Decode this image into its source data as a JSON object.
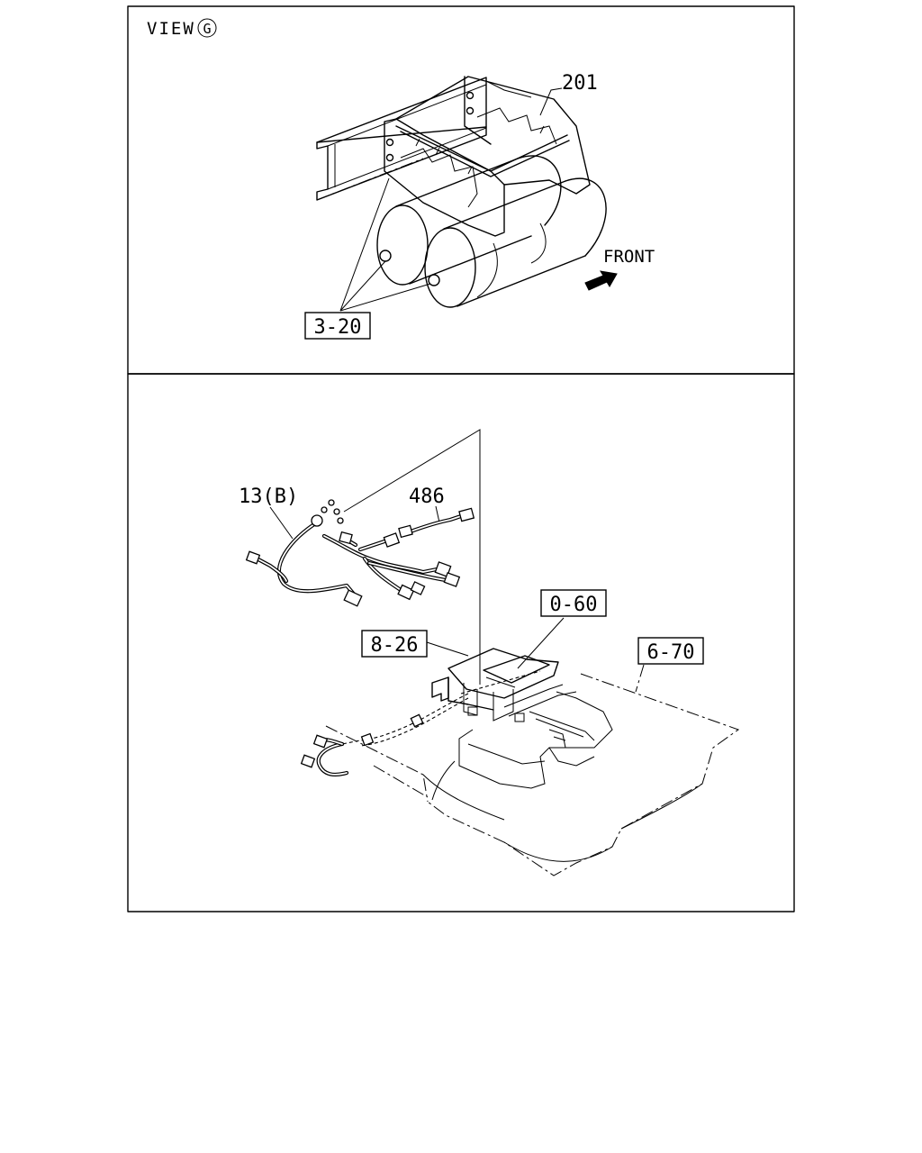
{
  "view_title": {
    "text": "VIEW",
    "marker": "G"
  },
  "top_panel": {
    "callouts": {
      "part_201": "201",
      "ref_3_20": "3-20"
    },
    "direction_label": "FRONT",
    "direction_icon": "arrow-front-icon"
  },
  "bottom_panel": {
    "callouts": {
      "part_13b": "13(B)",
      "part_486": "486",
      "ref_0_60": "0-60",
      "ref_8_26": "8-26",
      "ref_6_70": "6-70"
    }
  }
}
